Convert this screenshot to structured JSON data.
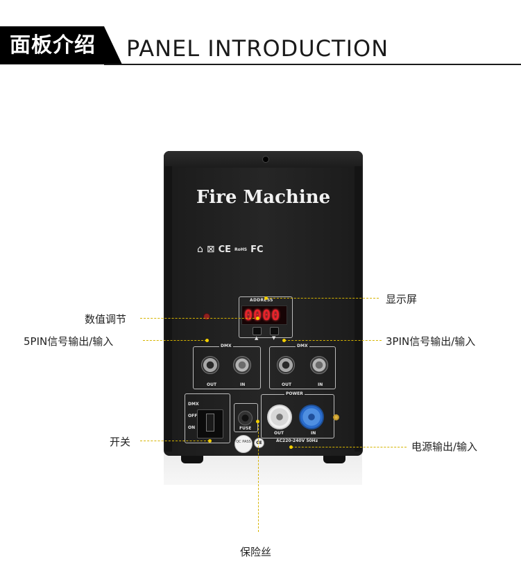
{
  "header": {
    "title_cn": "面板介绍",
    "title_en": "PANEL INTRODUCTION"
  },
  "device": {
    "brand": "Fire Machine",
    "certs": "CE",
    "cert_fc": "FC",
    "cert_rohs": "RoHS",
    "display_label": "ADDRESS",
    "display_value": "0000",
    "arrow_up": "▲",
    "arrow_down": "▼",
    "dmx_left_label": "DMX",
    "dmx_left_out": "OUT",
    "dmx_left_in": "IN",
    "dmx_right_label": "DMX",
    "dmx_right_out": "OUT",
    "dmx_right_in": "IN",
    "switch_label": "DMX",
    "switch_off": "OFF",
    "switch_on": "ON",
    "fuse_label": "FUSE",
    "power_label": "POWER",
    "power_out": "OUT",
    "power_in": "IN",
    "ac_label": "AC220-240V 50Hz",
    "qc_label": "QC PASS",
    "ce_sticker": "CE"
  },
  "callouts": {
    "display": "显示屏",
    "adjust": "数值调节",
    "pin5": "5PIN信号输出/输入",
    "pin3": "3PIN信号输出/输入",
    "switch": "开关",
    "power": "电源输出/输入",
    "fuse": "保险丝"
  },
  "colors": {
    "header_bg": "#000000",
    "callout_line": "#d6b400",
    "led_digits": "#e8232b",
    "power_in": "#2a6ccc"
  }
}
